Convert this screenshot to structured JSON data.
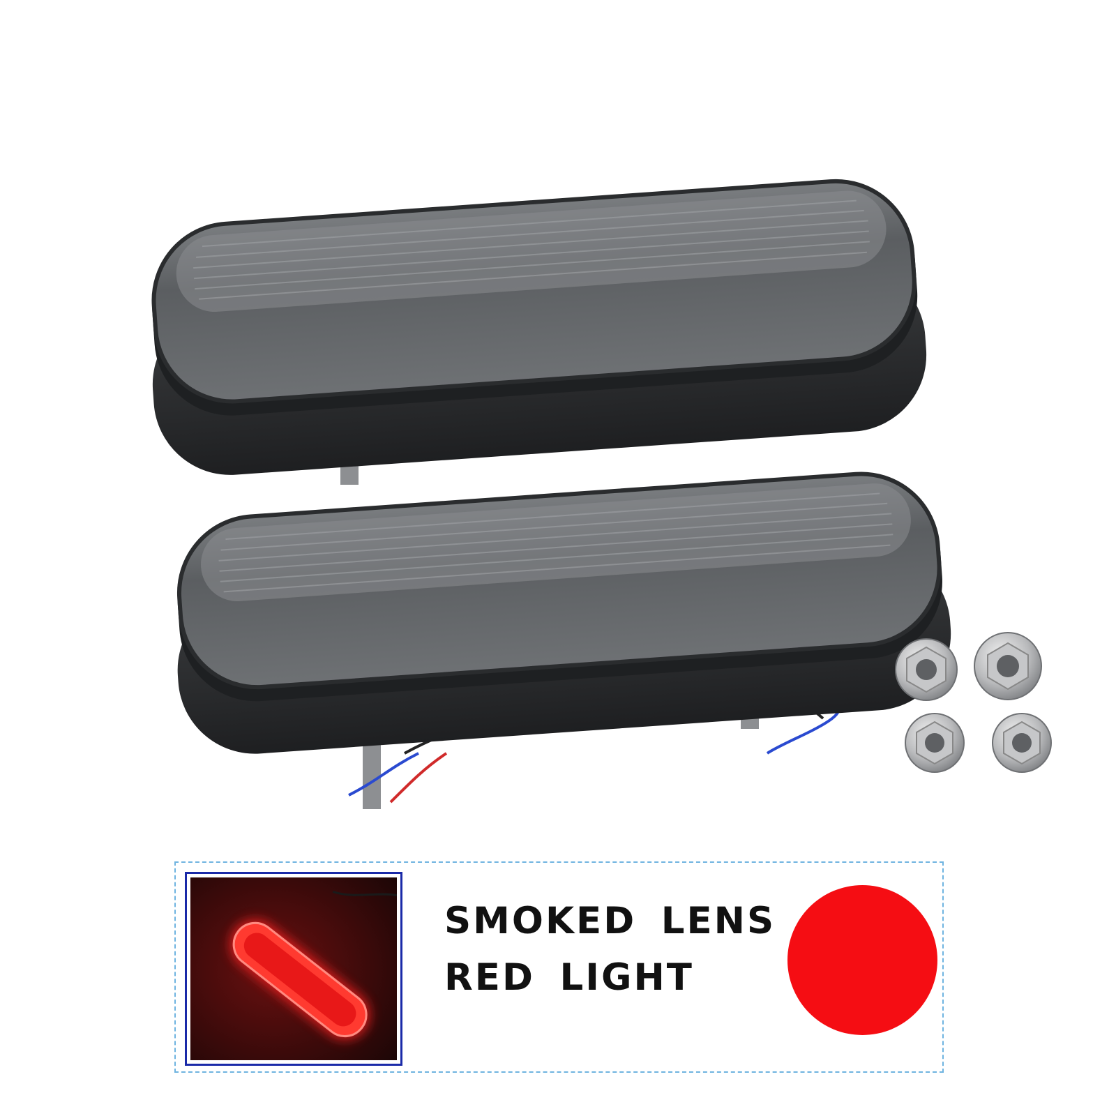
{
  "caption": {
    "line1": "SMOKED LENS",
    "line2": "RED LIGHT"
  },
  "colors": {
    "light_color": "#f50d13",
    "box_border": "#6fb4e0",
    "preview_border": "#1a2aa8",
    "lens_smoke": "#5f6264",
    "base_black": "#2b2d2f"
  },
  "accessories": {
    "nut_count": 4
  }
}
